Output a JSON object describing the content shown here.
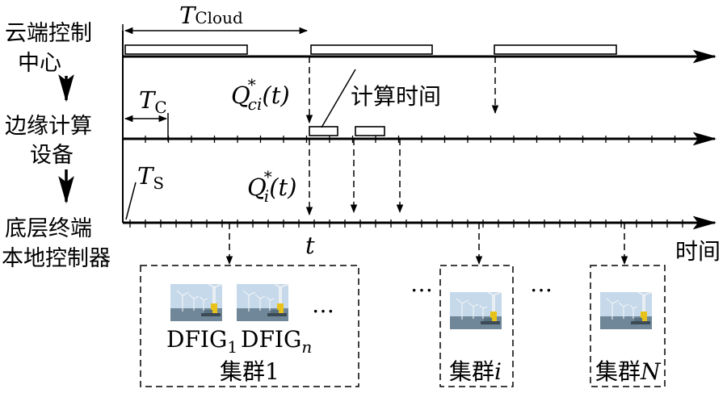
{
  "layers": {
    "cloud": {
      "line1": "云端控制",
      "line2": "中心"
    },
    "edge": {
      "line1": "边缘计算",
      "line2": "设备"
    },
    "local": {
      "line1": "底层终端",
      "line2": "本地控制器"
    }
  },
  "periods": {
    "cloud": {
      "letter": "T",
      "sub": "Cloud"
    },
    "edge": {
      "letter": "T",
      "sub": "C"
    },
    "local": {
      "letter": "T",
      "sub": "S"
    }
  },
  "signals": {
    "q_ci": {
      "base": "Q",
      "star": "*",
      "sub": "ci",
      "arg": "(t)"
    },
    "q_i": {
      "base": "Q",
      "star": "*",
      "sub": "i",
      "arg": "(t)"
    }
  },
  "compute_time_label": "计算时间",
  "time_axis_label": "时间",
  "time_marker": "t",
  "ellipsis": "…",
  "clusters": [
    {
      "label_prefix": "集群",
      "label_index": "1",
      "devices": [
        {
          "base": "DFIG",
          "sub": "1"
        },
        {
          "base": "DFIG",
          "sub": "n"
        }
      ]
    },
    {
      "label_prefix": "集群",
      "label_index": "i",
      "devices": []
    },
    {
      "label_prefix": "集群",
      "label_index": "N",
      "devices": []
    }
  ],
  "photo_icon": "wind-turbine-photo",
  "colors": {
    "line": "#000000",
    "sky": "#c6d9ea",
    "sea": "#6f8798",
    "tower": "#e9eef2",
    "yellow": "#e7c21a"
  }
}
